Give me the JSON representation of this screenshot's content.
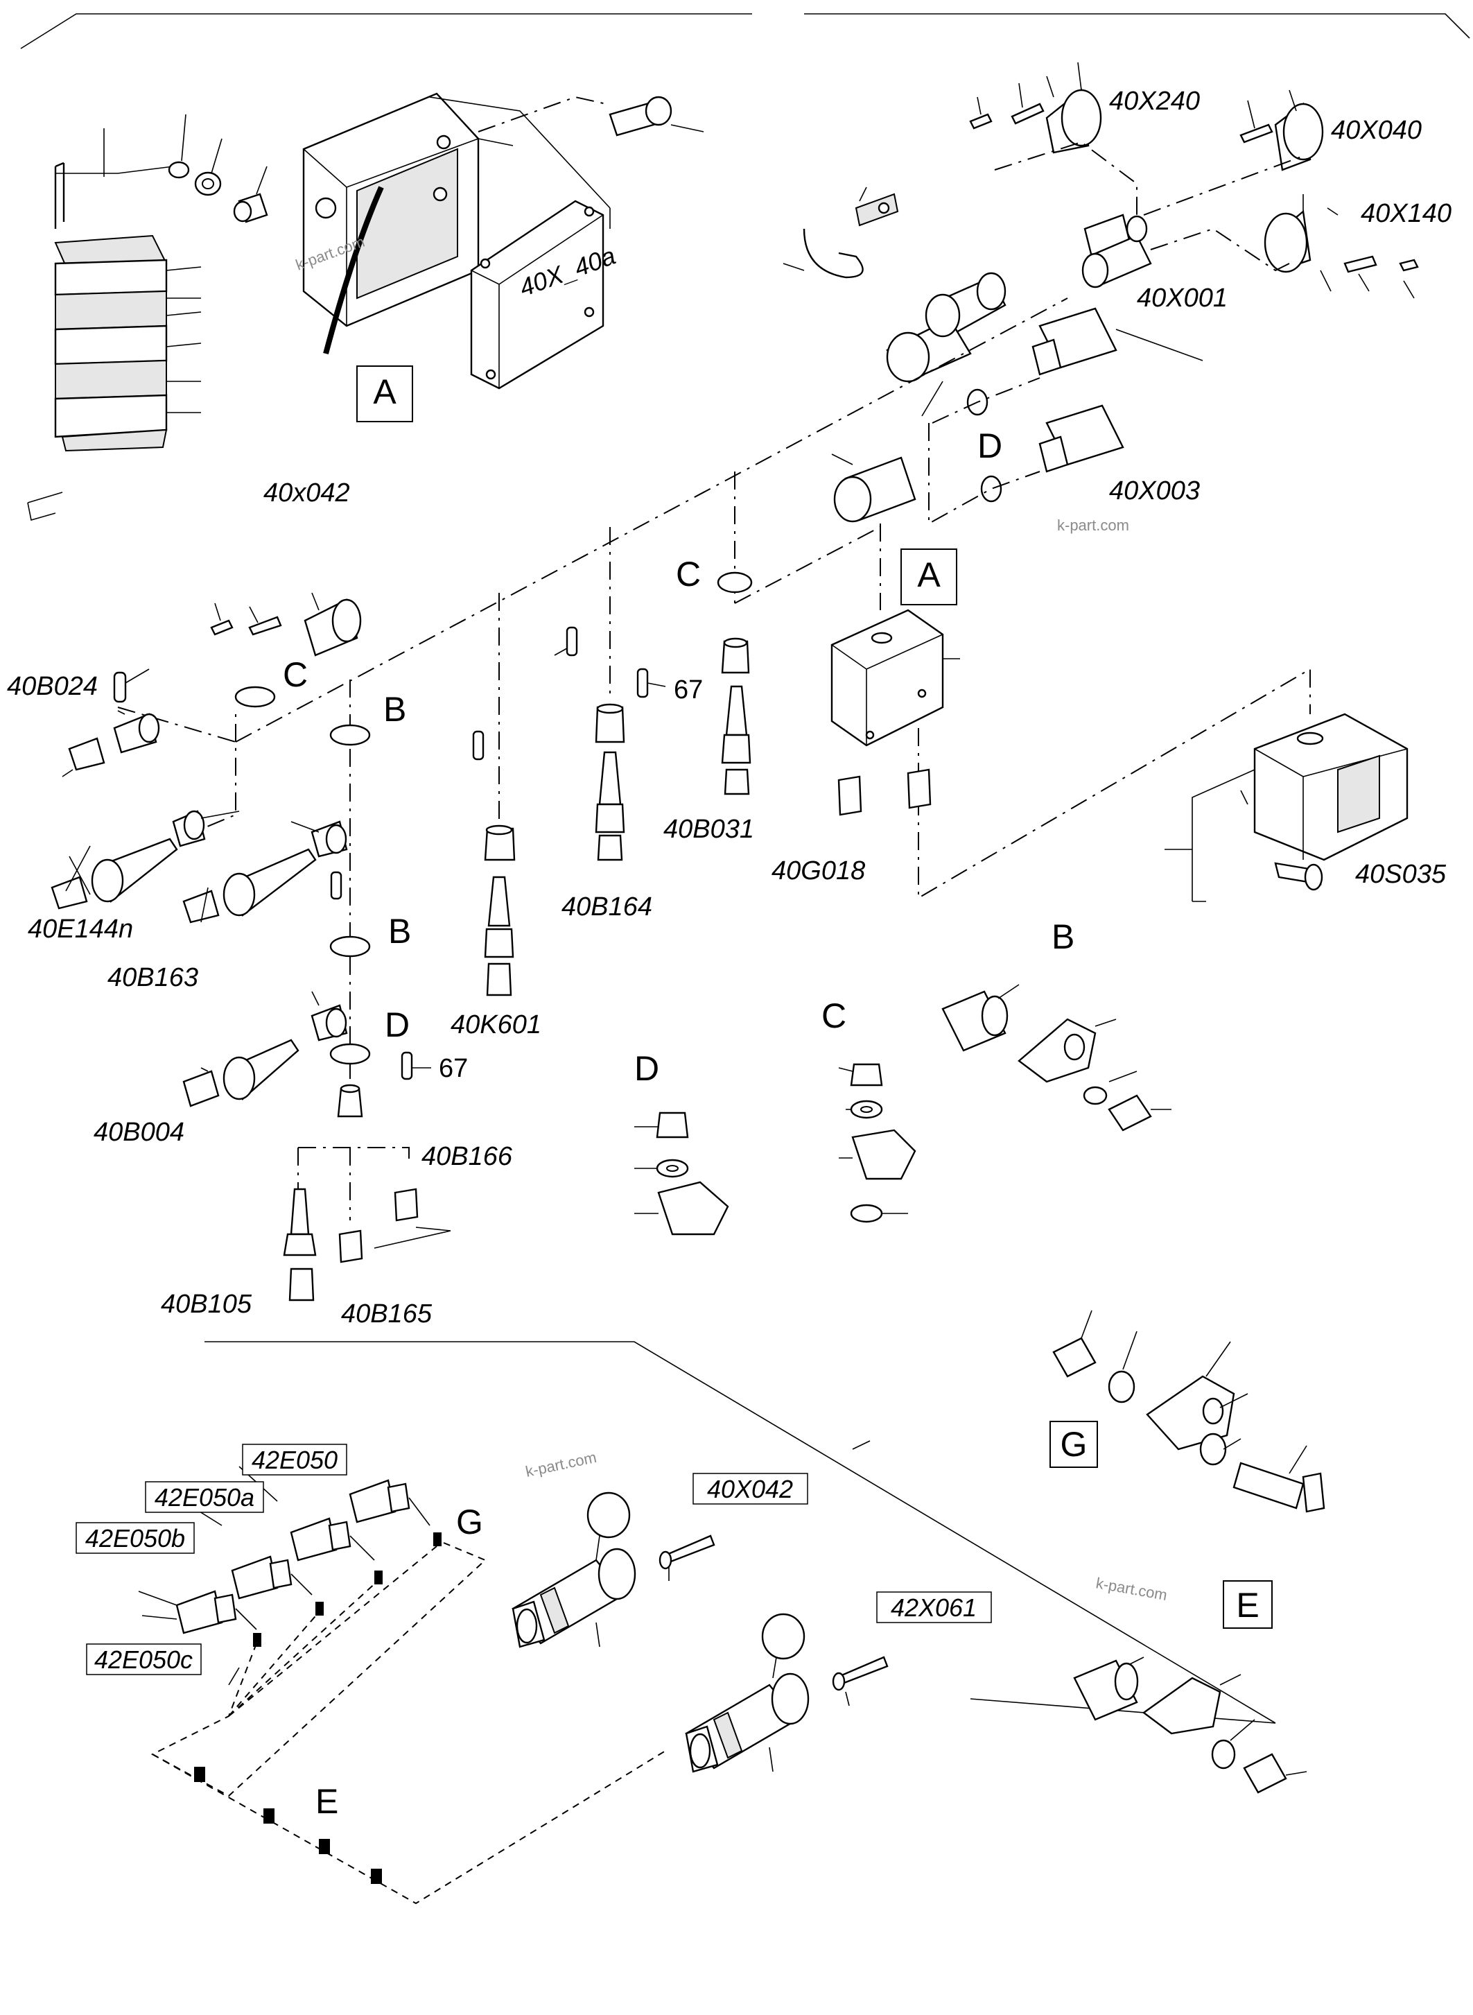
{
  "labels": {
    "l_40x042_top": "40x042",
    "l_40x240": "40X240",
    "l_40x040": "40X040",
    "l_40x140": "40X140",
    "l_40x001": "40X001",
    "l_40x003": "40X003",
    "l_40x_40a": "40X_40a",
    "l_40b024": "40B024",
    "l_40e144n": "40E144n",
    "l_40b163": "40B163",
    "l_40b004": "40B004",
    "l_40b105": "40B105",
    "l_40b165": "40B165",
    "l_40b166": "40B166",
    "l_40k601": "40K601",
    "l_40b164": "40B164",
    "l_40b031": "40B031",
    "l_40g018": "40G018",
    "l_40s035": "40S035",
    "l_67a": "67",
    "l_67b": "67"
  },
  "letters": {
    "a1": "A",
    "a2": "A",
    "b1": "B",
    "b2": "B",
    "b3": "B",
    "c1": "C",
    "c2": "C",
    "c3": "C",
    "d1": "D",
    "d2": "D",
    "d3": "D",
    "e1": "E",
    "e2": "E",
    "g1": "G",
    "g2": "G"
  },
  "boxed_labels": {
    "x42e050": "42E050",
    "x42e050a": "42E050a",
    "x42e050b": "42E050b",
    "x42e050c": "42E050c",
    "x40x042": "40X042",
    "x42x061": "42X061"
  },
  "watermarks": {
    "w1": "k-part.com",
    "w2": "k-part.com",
    "w3": "k-part.com",
    "w4": "k-part.com"
  }
}
